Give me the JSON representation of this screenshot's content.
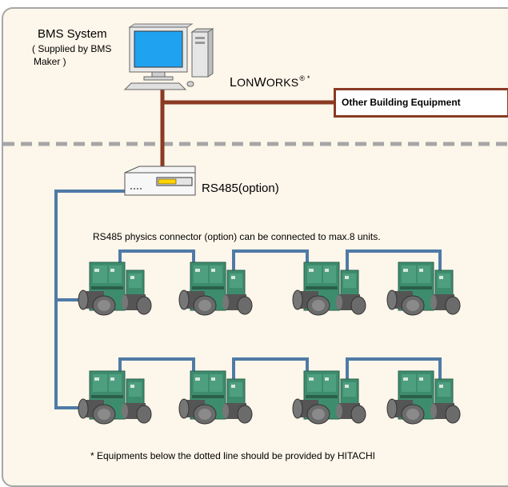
{
  "bms": {
    "title": "BMS System",
    "subtitle_line1": "( Supplied by BMS",
    "subtitle_line2": "Maker )"
  },
  "network": {
    "lon_first": "L",
    "lon_small1": "ON",
    "lon_w": "W",
    "lon_small2": "ORKS",
    "lon_mark": "® *"
  },
  "other_equipment": {
    "label": "Other Building Equipment"
  },
  "gateway": {
    "label": "RS485(option)"
  },
  "connector_note": "RS485 physics connector (option) can be connected to max.8 units.",
  "footnote": "*  Equipments below the dotted line should be provided by HITACHI",
  "colors": {
    "lonworks_line": "#8b3a24",
    "rs485_line": "#4f7aa6",
    "dashed_divider": "#a6a6a6",
    "background": "#fdf6ea",
    "chiller_body": "#3d8c6e"
  },
  "chiller_rows": [
    {
      "units": [
        "chiller",
        "chiller",
        "chiller",
        "chiller"
      ]
    },
    {
      "units": [
        "chiller",
        "chiller",
        "chiller",
        "chiller"
      ]
    }
  ]
}
